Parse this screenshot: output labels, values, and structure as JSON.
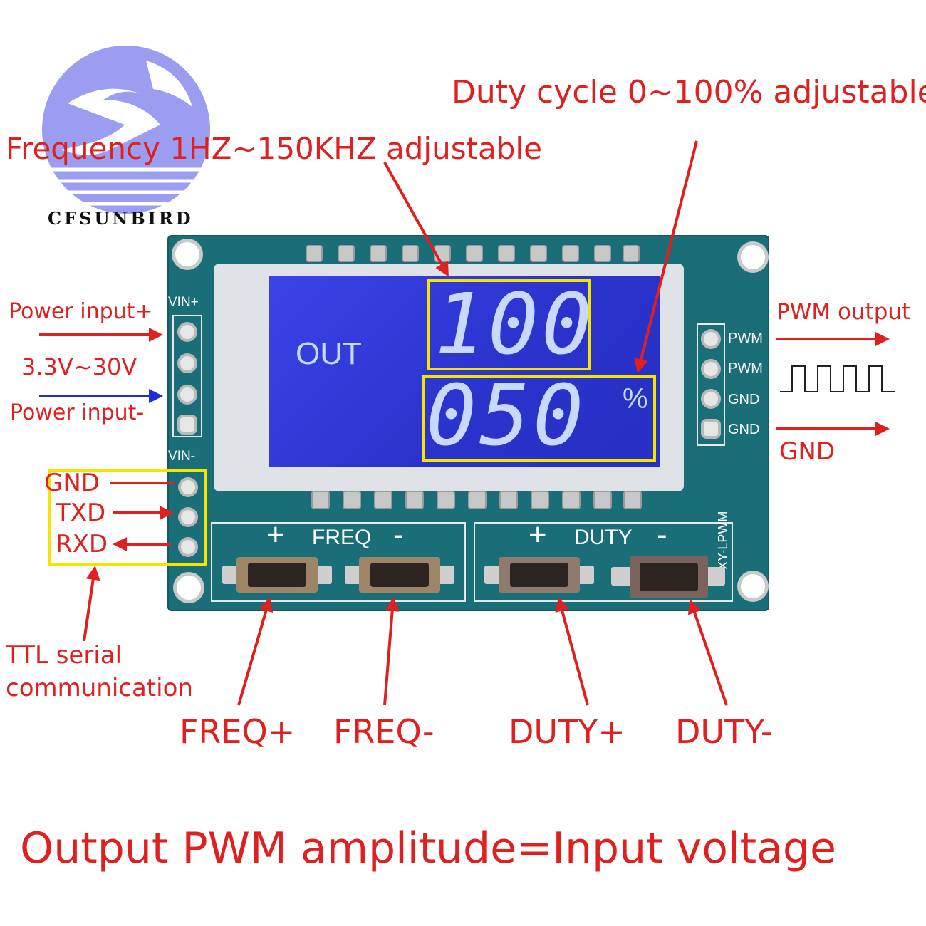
{
  "logo": {
    "brand_text": "CFSUNBIRD",
    "circle_color": "#9a9df0"
  },
  "annotations": {
    "duty_cycle": "Duty cycle 0~100% adjustable",
    "frequency": "Frequency 1HZ~150KHZ adjustable",
    "power_input_plus": "Power input+",
    "voltage_range": "3.3V~30V",
    "power_input_minus": "Power input-",
    "gnd_left": "GND",
    "txd": "TXD",
    "rxd": "RXD",
    "ttl_line1": "TTL serial",
    "ttl_line2": "communication",
    "pwm_output": "PWM output",
    "gnd_right": "GND",
    "freq_plus": "FREQ+",
    "freq_minus": "FREQ-",
    "duty_plus": "DUTY+",
    "duty_minus": "DUTY-",
    "footer": "Output PWM amplitude=Input voltage"
  },
  "board": {
    "vin_plus": "VIN+",
    "vin_minus": "VIN-",
    "right_pins": [
      "PWM",
      "PWM",
      "GND",
      "GND"
    ],
    "freq_group": {
      "plus": "+",
      "label": "FREQ",
      "minus": "-"
    },
    "duty_group": {
      "plus": "+",
      "label": "DUTY",
      "minus": "-"
    },
    "model": "XY-LPWM"
  },
  "lcd": {
    "out_label": "OUT",
    "frequency_value": "100",
    "duty_value": "050",
    "unit": "%"
  },
  "colors": {
    "annotation_red": "#e0201e",
    "pcb_teal": "#1a6e78",
    "lcd_blue": "#2e36d8",
    "highlight_yellow": "#f5e400",
    "power_minus_arrow": "#1a2fd8"
  }
}
